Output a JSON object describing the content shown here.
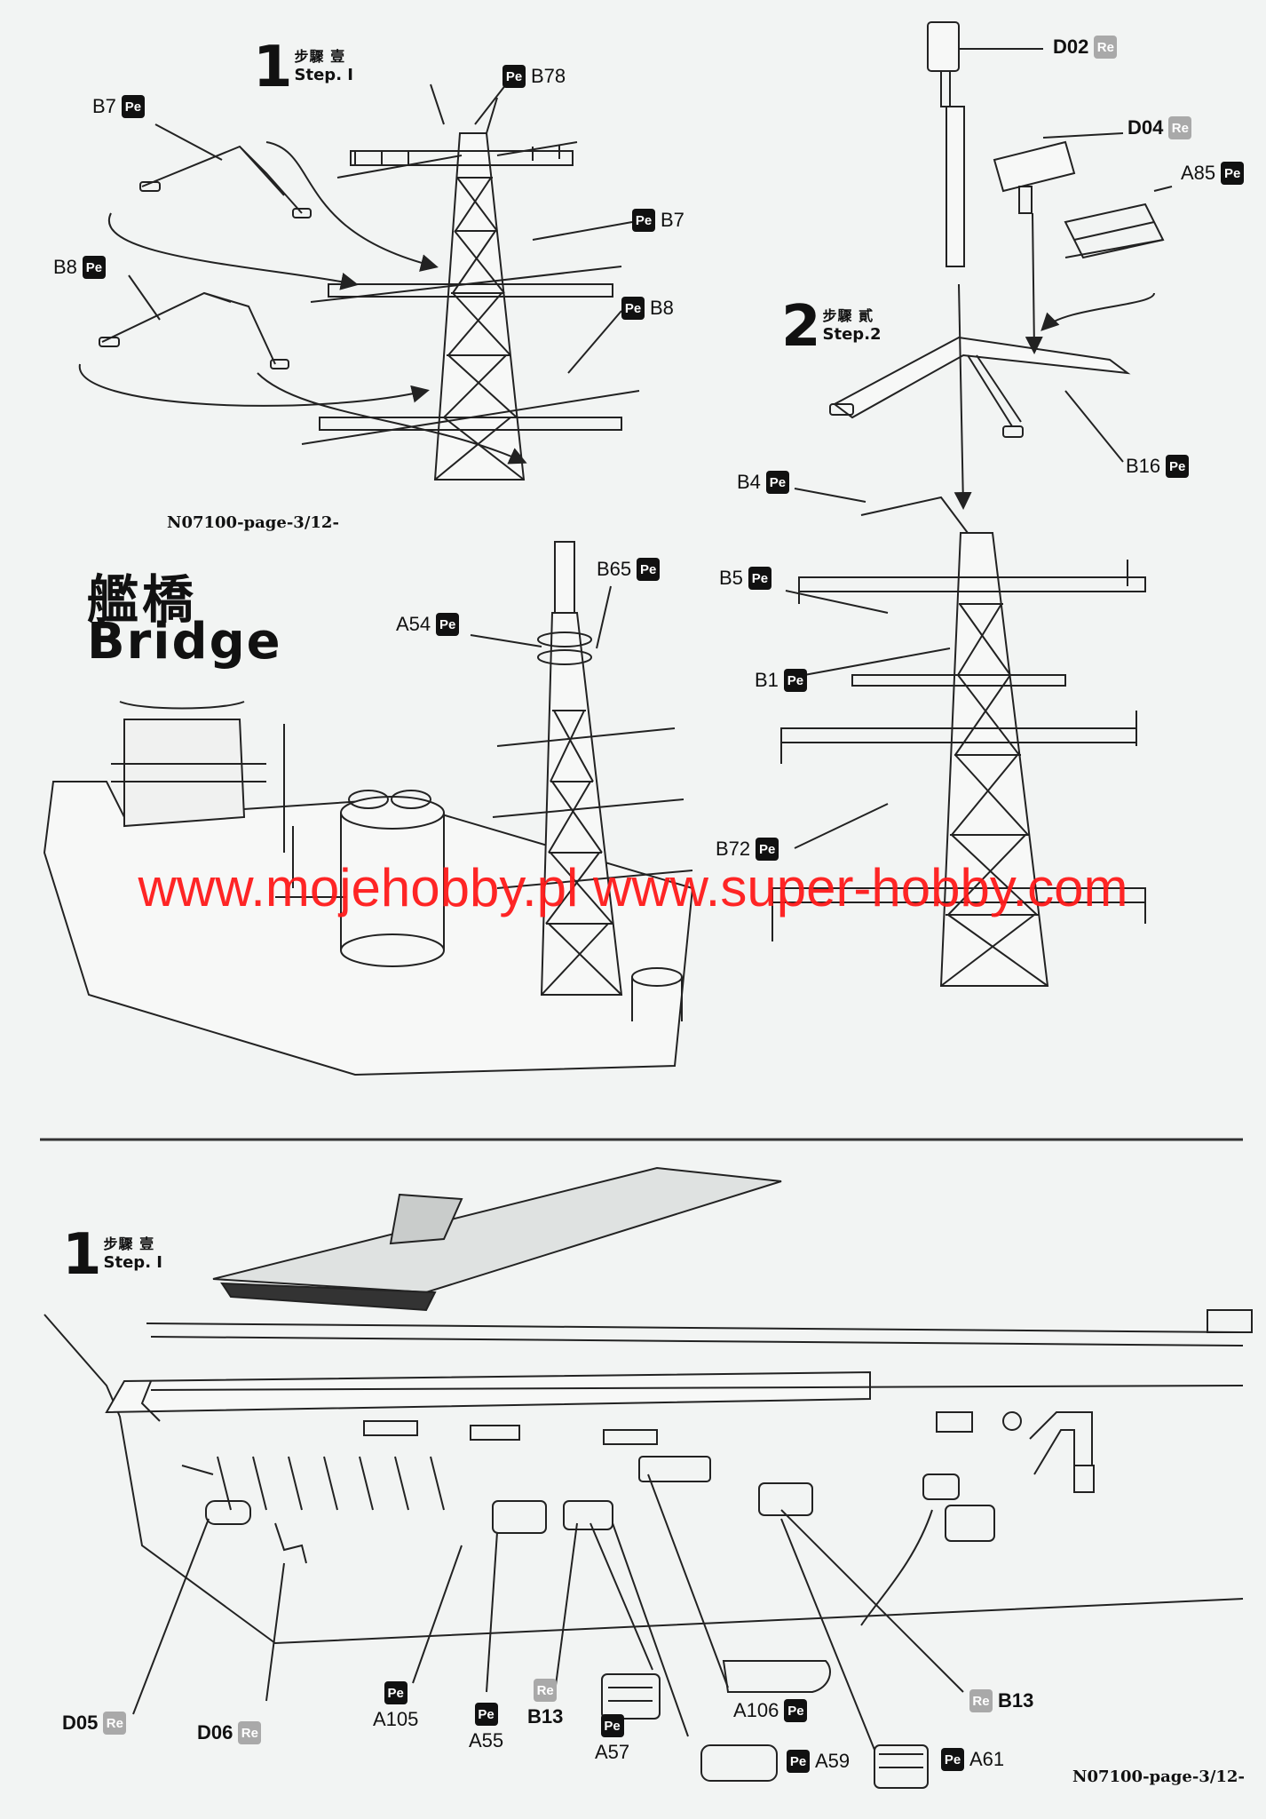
{
  "page_ref_top": "N07100-page-3/12-",
  "page_ref_bottom": "N07100-page-3/12-",
  "section": {
    "title_zh": "艦橋",
    "title_en": "Bridge"
  },
  "steps": {
    "top_step1": {
      "num": "1",
      "zh": "步驟 壹",
      "en": "Step. I"
    },
    "top_step2": {
      "num": "2",
      "zh": "步驟 貳",
      "en": "Step.2"
    },
    "bottom_step1": {
      "num": "1",
      "zh": "步驟 壹",
      "en": "Step. I"
    }
  },
  "watermark": "www.mojehobby.pl www.super-hobby.com",
  "parts": {
    "B7_a": {
      "code": "B7",
      "badge": "Pe"
    },
    "B78": {
      "code": "B78",
      "badge": "Pe"
    },
    "B7_b": {
      "code": "B7",
      "badge": "Pe"
    },
    "B8_a": {
      "code": "B8",
      "badge": "Pe"
    },
    "B8_b": {
      "code": "B8",
      "badge": "Pe"
    },
    "D02": {
      "code": "D02",
      "badge": "Re"
    },
    "D04": {
      "code": "D04",
      "badge": "Re"
    },
    "A85": {
      "code": "A85",
      "badge": "Pe"
    },
    "B16": {
      "code": "B16",
      "badge": "Pe"
    },
    "B4": {
      "code": "B4",
      "badge": "Pe"
    },
    "B65": {
      "code": "B65",
      "badge": "Pe"
    },
    "A54": {
      "code": "A54",
      "badge": "Pe"
    },
    "B5": {
      "code": "B5",
      "badge": "Pe"
    },
    "B1": {
      "code": "B1",
      "badge": "Pe"
    },
    "B72": {
      "code": "B72",
      "badge": "Pe"
    },
    "D05": {
      "code": "D05",
      "badge": "Re"
    },
    "D06": {
      "code": "D06",
      "badge": "Re"
    },
    "A105": {
      "code": "A105",
      "badge": "Pe"
    },
    "A55": {
      "code": "A55",
      "badge": "Pe"
    },
    "B13_a": {
      "code": "B13",
      "badge": "Re"
    },
    "A57": {
      "code": "A57",
      "badge": "Pe"
    },
    "A106": {
      "code": "A106",
      "badge": "Pe"
    },
    "B13_b": {
      "code": "B13",
      "badge": "Re"
    },
    "A59": {
      "code": "A59",
      "badge": "Pe"
    },
    "A61": {
      "code": "A61",
      "badge": "Pe"
    }
  }
}
